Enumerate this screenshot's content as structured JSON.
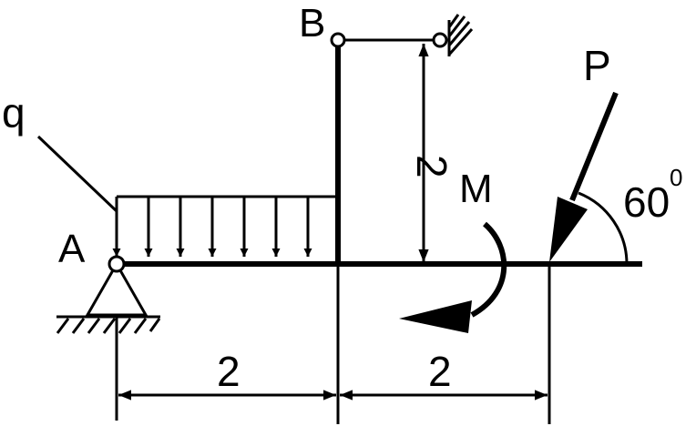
{
  "labels": {
    "point_a": "A",
    "point_b": "B",
    "load_q": "q",
    "force_p": "P",
    "moment_m": "M",
    "angle_base": "60",
    "angle_sup": "0"
  },
  "dimensions": {
    "span_ab": "2",
    "span_bp": "2",
    "height_b": "2"
  }
}
